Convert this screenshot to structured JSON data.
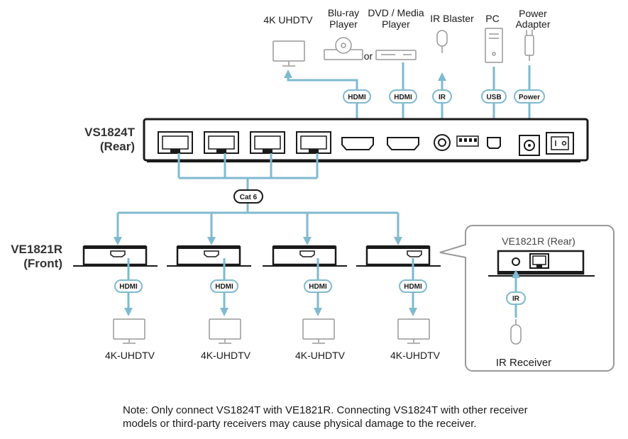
{
  "transmitter": {
    "model": "VS1824T",
    "view": "(Rear)"
  },
  "sources": {
    "tv_top": "4K UHDTV",
    "bluray_line1": "Blu-ray",
    "bluray_line2": "Player",
    "dvd_line1": "DVD / Media",
    "dvd_line2": "Player",
    "or": "or",
    "ir_blaster": "IR Blaster",
    "pc": "PC",
    "power_line1": "Power",
    "power_line2": "Adapter"
  },
  "badges": {
    "hdmi": "HDMI",
    "ir": "IR",
    "usb": "USB",
    "power": "Power",
    "cat6": "Cat 6"
  },
  "receivers": {
    "model": "VE1821R",
    "view": "(Front)",
    "tv_label": "4K-UHDTV",
    "callout_title": "VE1821R (Rear)",
    "ir_receiver": "IR Receiver"
  },
  "note": {
    "line1": "Note: Only connect VS1824T with VE1821R. Connecting VS1824T with other receiver",
    "line2": "models or third-party receivers may cause physical damage to the receiver."
  },
  "colors": {
    "cable": "#7fbad0",
    "device_line": "#1a1a1a",
    "icon_gray": "#999999"
  }
}
